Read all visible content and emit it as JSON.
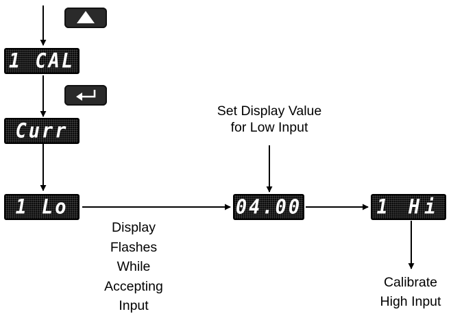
{
  "keys": {
    "up": {
      "icon": "up-arrow-key-icon"
    },
    "enter": {
      "icon": "enter-key-icon"
    }
  },
  "displays": {
    "cal": "1 CAL",
    "curr": "Curr",
    "lo": "1 Lo",
    "value": "04.00",
    "hi": "1 Hi"
  },
  "labels": {
    "set_display_value": [
      "Set Display Value",
      "for Low Input"
    ],
    "display_flashes": [
      "Display",
      "Flashes",
      "While",
      "Accepting",
      "Input"
    ],
    "calibrate_high": [
      "Calibrate",
      "High Input"
    ]
  },
  "colors": {
    "display_bg": "#0b0b0b",
    "display_text": "#ffffff",
    "line": "#000000"
  }
}
